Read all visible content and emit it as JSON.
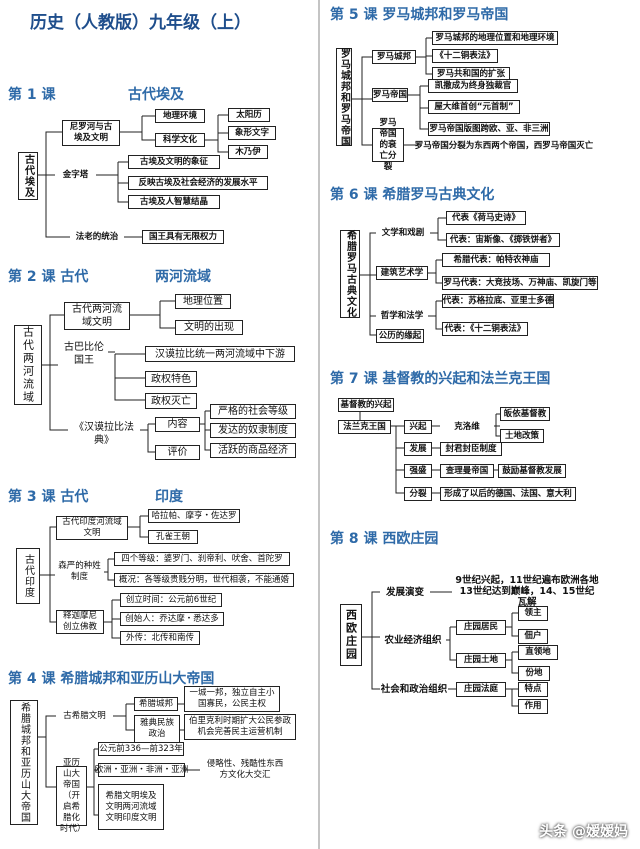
{
  "page_title": "历史（人教版）九年级（上）",
  "watermark": "头条 @嫒嫒妈",
  "l1": {
    "lesson": "第 1 课",
    "topic": "古代埃及",
    "root": "古代埃及",
    "n1": "尼罗河与古埃及文明",
    "n1a": "地理环境",
    "n1b": "科学文化",
    "n1b1": "太阳历",
    "n1b2": "象形文字",
    "n1b3": "木乃伊",
    "n2": "金字塔",
    "n2a": "古埃及文明的象征",
    "n2b": "反映古埃及社会经济的发展水平",
    "n2c": "古埃及人智慧结晶",
    "n3": "法老的统治",
    "n3a": "国王具有无限权力"
  },
  "l2": {
    "lesson": "第 2 课 古代",
    "topic": "两河流域",
    "root": "古代两河流域",
    "n1": "古代两河流域文明",
    "n1a": "地理位置",
    "n1b": "文明的出现",
    "n2": "古巴比伦国王",
    "n2a": "汉谟拉比统一两河流域中下游",
    "n2b": "政权特色",
    "n2c": "政权灭亡",
    "n3": "《汉谟拉比法典》",
    "n3a": "内容",
    "n3b": "评价",
    "n3a1": "严格的社会等级",
    "n3a2": "发达的奴隶制度",
    "n3a3": "活跃的商品经济"
  },
  "l3": {
    "lesson": "第 3 课 古代",
    "topic": "印度",
    "root": "古代印度",
    "n1": "古代印度河流域文明",
    "n1a": "哈拉帕、摩亨・佐达罗",
    "n1b": "孔雀王朝",
    "n2": "森严的种姓制度",
    "n2a": "四个等级：婆罗门、刹帝利、吠舍、首陀罗",
    "n2b": "概况：各等级贵贱分明，世代相袭，不能通婚",
    "n3": "释迦摩尼创立佛教",
    "n3a": "创立时间：公元前6世纪",
    "n3b": "创始人：乔达摩・悉达多",
    "n3c": "外传：北传和南传"
  },
  "l4": {
    "lesson": "第 4 课 希腊城邦和亚历山大帝国",
    "root": "希腊城邦和亚历山大帝国",
    "n1": "古希腊文明",
    "n1a": "希腊城邦",
    "n1a1": "一城一邦，独立自主小国寡民，公民主权",
    "n1b": "雅典民族政治",
    "n1b1": "伯里克利时期扩大公民参政机会完善民主运营机制",
    "n2": "亚历山大帝国（开启希腊化时代）",
    "n2a": "公元前336—前323年",
    "n2b": "欧洲・亚洲・非洲・亚洲",
    "n2b1": "侵略性、残酷性东西方文化大交汇",
    "n2c": "希腊文明埃及文明两河流域文明印度文明"
  },
  "l5": {
    "lesson": "第 5 课 罗马城邦和罗马帝国",
    "root": "罗马城邦和罗马帝国",
    "n1": "罗马城邦",
    "n1a": "罗马城邦的地理位置和地理环境",
    "n1b": "《十二铜表法》",
    "n1c": "罗马共和国的扩张",
    "n2": "罗马帝国",
    "n2a": "凯撒成为终身独裁官",
    "n2b": "屋大维首创“元首制”",
    "n2c": "罗马帝国版图跨欧、亚、非三洲",
    "n3": "罗马帝国的衰亡分裂",
    "n3a": "罗马帝国分裂为东西两个帝国，西罗马帝国灭亡"
  },
  "l6": {
    "lesson": "第 6 课 希腊罗马古典文化",
    "root": "希腊罗马古典文化",
    "n1": "文学和戏剧",
    "n1a": "代表《荷马史诗》",
    "n1b": "代表：宙斯像、《掷铁饼者》",
    "n2": "建筑艺术学",
    "n2a": "希腊代表：帕特农神庙",
    "n2b": "罗马代表：大竞技场、万神庙、凯旋门等",
    "n3": "哲学和法学",
    "n3a": "代表：苏格拉底、亚里士多德",
    "n3b": "代表：《十二铜表法》",
    "n4": "公历的缘起"
  },
  "l7": {
    "lesson": "第 7 课 基督教的兴起和法兰克王国",
    "top": "基督教的兴起",
    "root": "法兰克王国",
    "s1": "兴起",
    "s1a": "克洛维",
    "s1a1": "皈依基督教",
    "s1a2": "土地改策",
    "s2": "发展",
    "s2a": "封君封臣制度",
    "s3": "强盛",
    "s3a": "查理曼帝国",
    "s3b": "鼓励基督教发展",
    "s4": "分裂",
    "s4a": "形成了以后的德国、法国、意大利"
  },
  "l8": {
    "lesson": "第 8 课 西欧庄园",
    "root": "西欧庄园",
    "n1": "发展演变",
    "n1a": "9世纪兴起，11世纪遍布欧洲各地13世纪达到巅峰，14、15世纪瓦解",
    "n2": "农业经济组织",
    "n2a": "庄园居民",
    "n2a1": "领主",
    "n2a2": "佃户",
    "n2b": "庄园土地",
    "n2b1": "直领地",
    "n2b2": "份地",
    "n3": "社会和政治组织",
    "n3a": "庄园法庭",
    "n3a1": "特点",
    "n3a2": "作用"
  }
}
